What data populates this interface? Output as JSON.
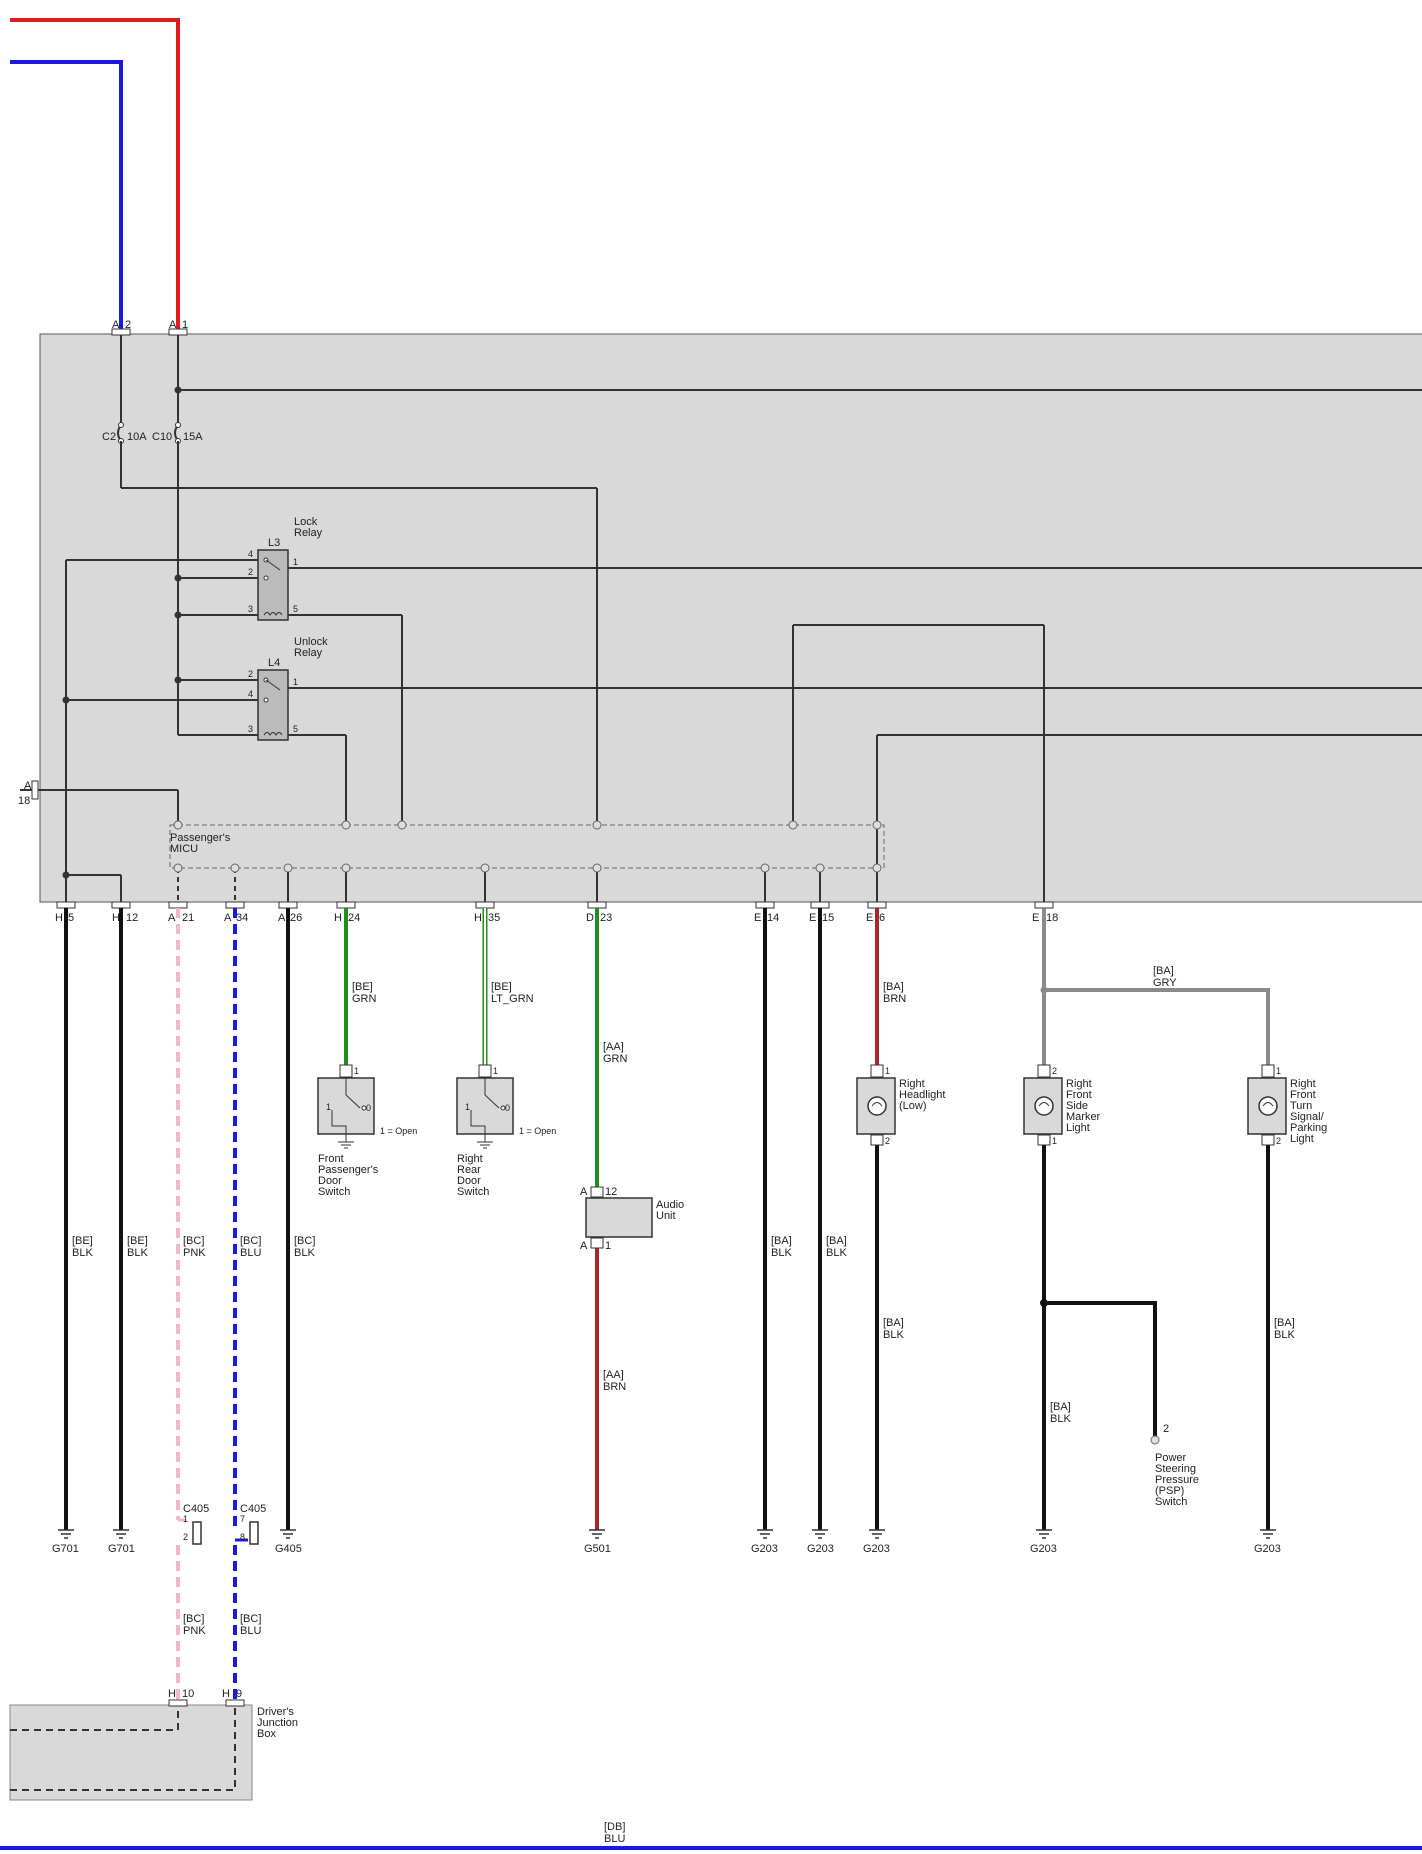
{
  "unit": {
    "connector_top": [
      "A",
      "2",
      "A",
      "1"
    ],
    "fuses": [
      {
        "id": "C2",
        "rating": "10A"
      },
      {
        "id": "C10",
        "rating": "15A"
      }
    ],
    "left_connector": [
      "A",
      "18"
    ],
    "relays": [
      {
        "id": "L3",
        "name": [
          "Lock",
          "Relay"
        ],
        "pins": [
          "4",
          "2",
          "3",
          "1",
          "5"
        ]
      },
      {
        "id": "L4",
        "name": [
          "Unlock",
          "Relay"
        ],
        "pins": [
          "2",
          "4",
          "3",
          "1",
          "5"
        ]
      }
    ],
    "micu": [
      "Passenger's",
      "MICU"
    ]
  },
  "bottom_pins": [
    {
      "conn": "H",
      "pin": "5"
    },
    {
      "conn": "H",
      "pin": "12"
    },
    {
      "conn": "A",
      "pin": "21"
    },
    {
      "conn": "A",
      "pin": "34"
    },
    {
      "conn": "A",
      "pin": "26"
    },
    {
      "conn": "H",
      "pin": "24"
    },
    {
      "conn": "H",
      "pin": "35"
    },
    {
      "conn": "D",
      "pin": "23"
    },
    {
      "conn": "E",
      "pin": "14"
    },
    {
      "conn": "E",
      "pin": "15"
    },
    {
      "conn": "E",
      "pin": "6"
    },
    {
      "conn": "E",
      "pin": "18"
    }
  ],
  "wires": {
    "h5": [
      "[BE]",
      "BLK"
    ],
    "h12": [
      "[BE]",
      "BLK"
    ],
    "a21": [
      "[BC]",
      "PNK"
    ],
    "a34": [
      "[BC]",
      "BLU"
    ],
    "a26": [
      "[BC]",
      "BLK"
    ],
    "h24": [
      "[BE]",
      "GRN"
    ],
    "h35": [
      "[BE]",
      "LT_GRN"
    ],
    "d23": [
      "[AA]",
      "GRN"
    ],
    "audio_out": [
      "[AA]",
      "BRN"
    ],
    "e14": [
      "[BA]",
      "BLK"
    ],
    "e15": [
      "[BA]",
      "BLK"
    ],
    "e6": [
      "[BA]",
      "BRN"
    ],
    "e18": [
      "[BA]",
      "GRY"
    ],
    "headlight_out": [
      "[BA]",
      "BLK"
    ],
    "marker_out": [
      "[BA]",
      "BLK"
    ],
    "turn_out": [
      "[BA]",
      "BLK"
    ],
    "a21_lower": [
      "[BC]",
      "PNK"
    ],
    "a34_lower": [
      "[BC]",
      "BLU"
    ],
    "bottom_bus": [
      "[DB]",
      "BLU"
    ]
  },
  "components": {
    "front_switch": {
      "name": [
        "Front",
        "Passenger's",
        "Door",
        "Switch"
      ],
      "note": "1 = Open",
      "pin": "1"
    },
    "rear_switch": {
      "name": [
        "Right",
        "Rear",
        "Door",
        "Switch"
      ],
      "note": "1 = Open",
      "pin": "1"
    },
    "audio": {
      "name": [
        "Audio",
        "Unit"
      ],
      "pin_top": [
        "A",
        "12"
      ],
      "pin_bottom": [
        "A",
        "1"
      ]
    },
    "headlight": {
      "name": [
        "Right",
        "Headlight",
        "(Low)"
      ],
      "pins": [
        "1",
        "2"
      ]
    },
    "side_marker": {
      "name": [
        "Right",
        "Front",
        "Side",
        "Marker",
        "Light"
      ],
      "pins": [
        "2",
        "1"
      ]
    },
    "turn_signal": {
      "name": [
        "Right",
        "Front",
        "Turn",
        "Signal/",
        "Parking",
        "Light"
      ],
      "pins": [
        "1",
        "2"
      ]
    },
    "psp": {
      "name": [
        "Power",
        "Steering",
        "Pressure",
        "(PSP)",
        "Switch"
      ],
      "pin": "2"
    },
    "c405_a": {
      "id": "C405",
      "pins": [
        "1",
        "2"
      ]
    },
    "c405_b": {
      "id": "C405",
      "pins": [
        "7",
        "8"
      ]
    },
    "driver_box": {
      "name": [
        "Driver's",
        "Junction",
        "Box"
      ],
      "pins": [
        [
          "H",
          "10"
        ],
        [
          "H",
          "9"
        ]
      ]
    }
  },
  "grounds": [
    "G701",
    "G701",
    "G405",
    "G501",
    "G203",
    "G203",
    "G203",
    "G203",
    "G203"
  ],
  "colors": {
    "red": "#e01b1b",
    "blue": "#1a1adc",
    "green": "#1f8f1f",
    "light_green": "#4fbf4f",
    "brown": "#a82828",
    "gray": "#8a8a8a",
    "pink": "#f2b8c6",
    "black": "#111111",
    "panel": "#d9d9d9"
  }
}
